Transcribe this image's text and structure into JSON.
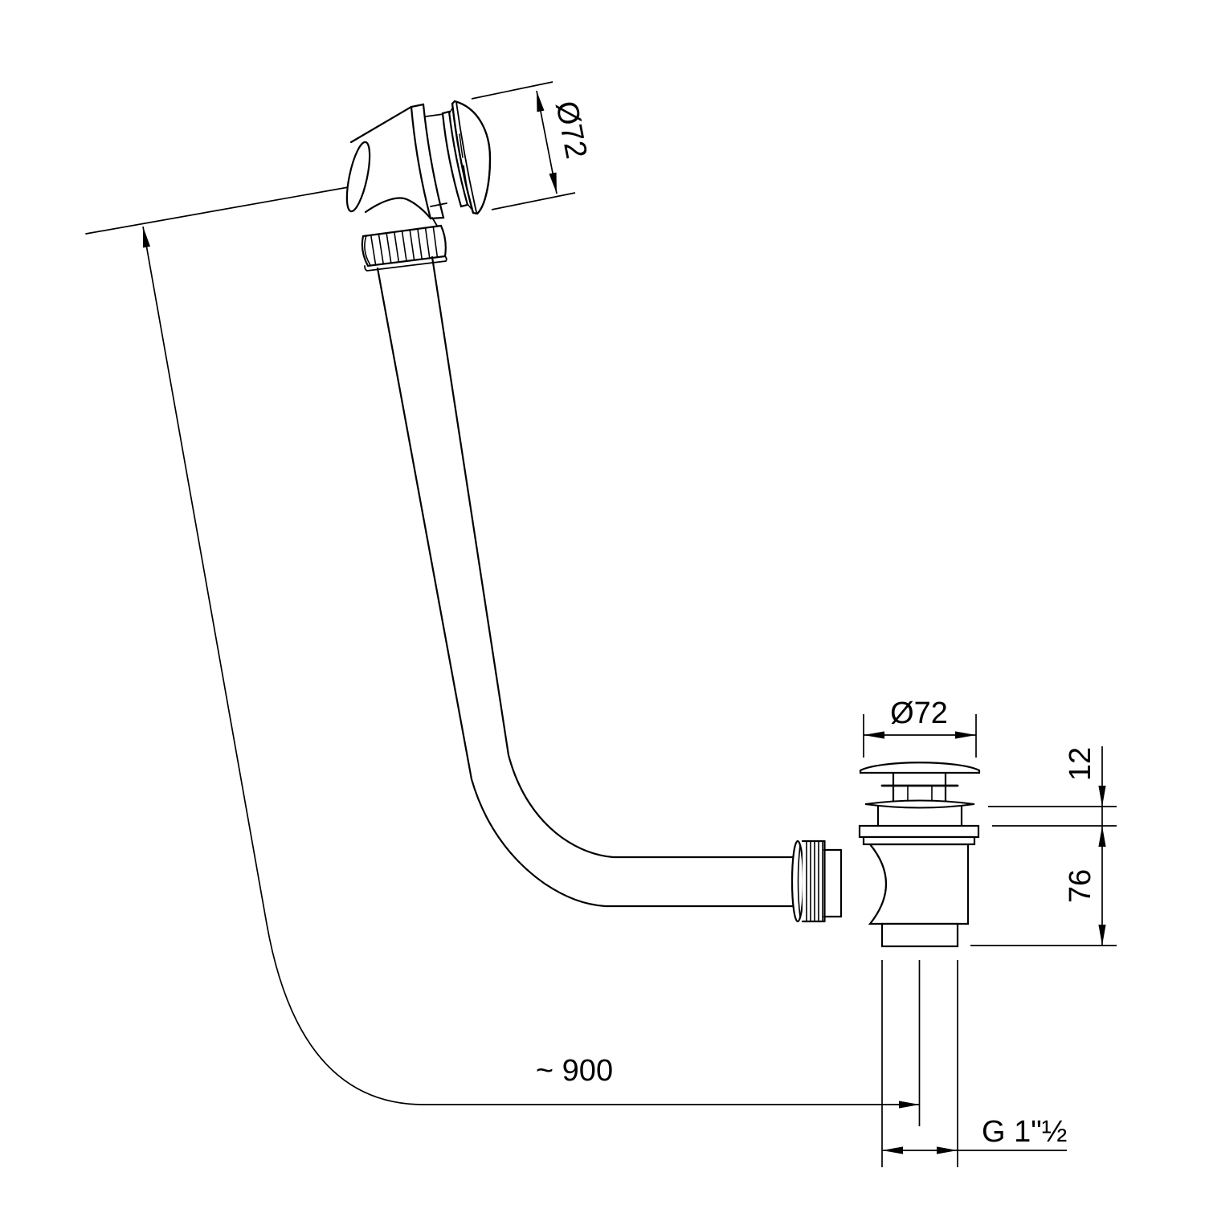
{
  "drawing": {
    "title": "bath-waste-overflow-technical-drawing",
    "background": "#ffffff",
    "line_color": "#000000",
    "annotations": {
      "overflow_diameter": "Ø72",
      "drain_diameter": "Ø72",
      "rim_height": "12",
      "body_height": "76",
      "hose_length": "~ 900",
      "thread_size": "G 1\"½"
    }
  }
}
